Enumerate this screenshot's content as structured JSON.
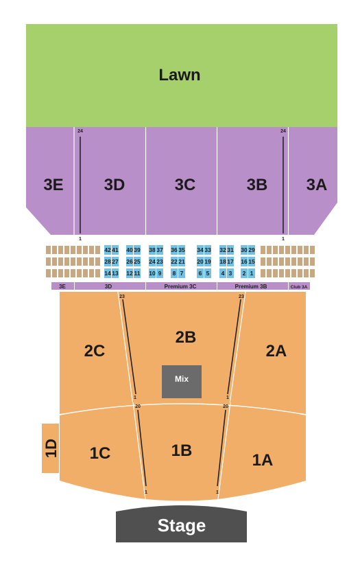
{
  "colors": {
    "lawn": "#a6d06b",
    "purple": "#b98fca",
    "orange": "#f0ae69",
    "box_blue": "#71c2e6",
    "box_tan": "#c8a880",
    "mix": "#6b6b6b",
    "stage": "#505050"
  },
  "lawn": {
    "label": "Lawn"
  },
  "upper_sections": [
    {
      "label": "3E"
    },
    {
      "label": "3D"
    },
    {
      "label": "3C"
    },
    {
      "label": "3B"
    },
    {
      "label": "3A"
    }
  ],
  "upper_rows": {
    "top": "24",
    "bottom": "1"
  },
  "boxes": {
    "row1": [
      "42",
      "41",
      "40",
      "39",
      "38",
      "37",
      "36",
      "35",
      "34",
      "33",
      "32",
      "31",
      "30",
      "29"
    ],
    "row2": [
      "28",
      "27",
      "26",
      "25",
      "24",
      "23",
      "22",
      "21",
      "20",
      "19",
      "18",
      "17",
      "16",
      "15"
    ],
    "row3": [
      "14",
      "13",
      "12",
      "11",
      "10",
      "9",
      "8",
      "7",
      "6",
      "5",
      "4",
      "3",
      "2",
      "1"
    ]
  },
  "box_strip": [
    {
      "label": "3E"
    },
    {
      "label": "3D"
    },
    {
      "label": "Premium 3C"
    },
    {
      "label": "Premium 3B"
    },
    {
      "label": "Club 3A"
    }
  ],
  "mid_sections": [
    {
      "label": "2C"
    },
    {
      "label": "2B"
    },
    {
      "label": "2A"
    }
  ],
  "mid_rows": {
    "top": "23",
    "bottom": "1"
  },
  "mix": {
    "label": "Mix"
  },
  "lower_sections": [
    {
      "label": "1C"
    },
    {
      "label": "1B"
    },
    {
      "label": "1A"
    },
    {
      "label": "1D"
    }
  ],
  "lower_rows": {
    "top": "20",
    "bottom": "1"
  },
  "stage": {
    "label": "Stage"
  }
}
